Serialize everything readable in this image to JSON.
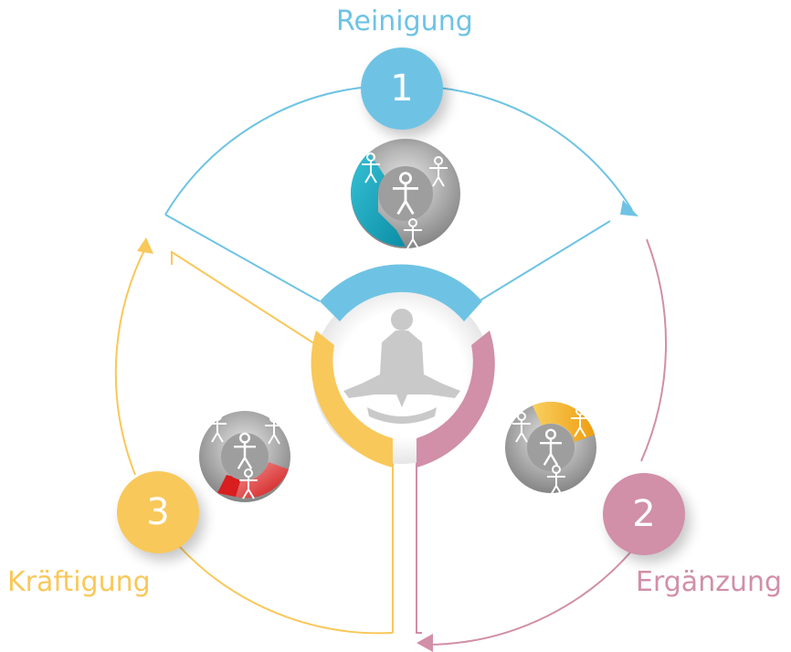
{
  "steps": [
    {
      "number": "1",
      "label": "Reinigung",
      "color": "#6ec3e4"
    },
    {
      "number": "2",
      "label": "Ergänzung",
      "color": "#d18fa8"
    },
    {
      "number": "3",
      "label": "Kräftigung",
      "color": "#f9c85a"
    }
  ],
  "icons": {
    "center": "meditating-figure-icon",
    "step1": "body-figures-cyan-icon",
    "step2": "body-figures-orange-icon",
    "step3": "body-figures-red-icon"
  },
  "colors": {
    "grey_dark": "#8a8a8a",
    "grey_light": "#d8d8d8",
    "red": "#d81e1e",
    "orange": "#f2a51a",
    "cyan": "#1aa6bd"
  }
}
